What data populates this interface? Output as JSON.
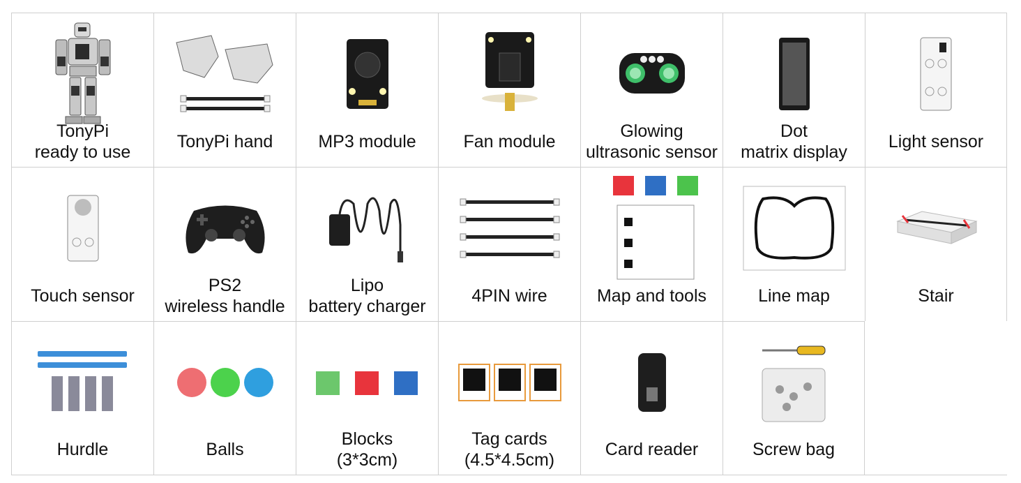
{
  "items": [
    {
      "lines": [
        "TonyPi",
        "ready to use"
      ],
      "icon": "humanoid-robot-icon"
    },
    {
      "lines": [
        "TonyPi hand"
      ],
      "icon": "robot-hand-icon"
    },
    {
      "lines": [
        "MP3 module"
      ],
      "icon": "mp3-module-icon"
    },
    {
      "lines": [
        "Fan module"
      ],
      "icon": "fan-module-icon"
    },
    {
      "lines": [
        "Glowing",
        "ultrasonic sensor"
      ],
      "icon": "ultrasonic-sensor-icon"
    },
    {
      "lines": [
        "Dot",
        "matrix display"
      ],
      "icon": "dot-matrix-icon"
    },
    {
      "lines": [
        "Light sensor"
      ],
      "icon": "light-sensor-icon"
    },
    {
      "lines": [
        "Touch sensor"
      ],
      "icon": "touch-sensor-icon"
    },
    {
      "lines": [
        "PS2",
        "wireless handle"
      ],
      "icon": "gamepad-icon"
    },
    {
      "lines": [
        "Lipo",
        "battery charger"
      ],
      "icon": "charger-icon"
    },
    {
      "lines": [
        "4PIN wire"
      ],
      "icon": "wire-icon"
    },
    {
      "lines": [
        "Map and tools"
      ],
      "icon": "map-tools-icon"
    },
    {
      "lines": [
        "Line map"
      ],
      "icon": "line-map-icon"
    },
    {
      "lines": [
        "Stair"
      ],
      "icon": "stair-icon"
    },
    {
      "lines": [
        "Hurdle"
      ],
      "icon": "hurdle-icon"
    },
    {
      "lines": [
        "Balls"
      ],
      "icon": "balls-icon"
    },
    {
      "lines": [
        "Blocks",
        "(3*3cm)"
      ],
      "icon": "blocks-icon"
    },
    {
      "lines": [
        "Tag cards",
        "(4.5*4.5cm)"
      ],
      "icon": "tag-cards-icon"
    },
    {
      "lines": [
        "Card reader"
      ],
      "icon": "card-reader-icon"
    },
    {
      "lines": [
        "Screw bag"
      ],
      "icon": "screw-bag-icon"
    }
  ],
  "colors": {
    "red": "#e8343c",
    "blue": "#2f6fc4",
    "green": "#4cc34c",
    "border": "#cfcfcf"
  }
}
